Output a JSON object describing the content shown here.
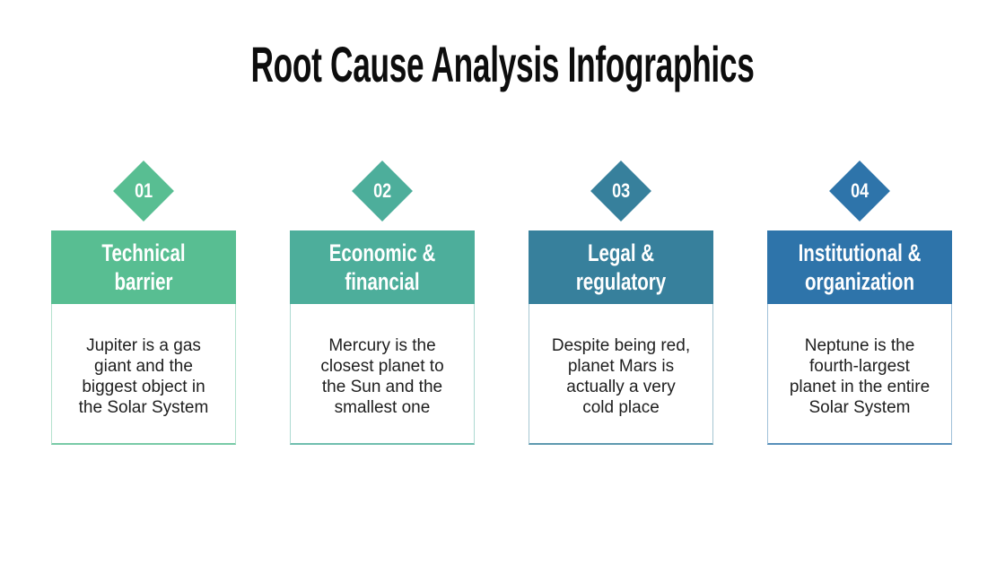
{
  "title": "Root Cause Analysis Infographics",
  "colors": {
    "background": "#ffffff",
    "title_text": "#0d0d0d",
    "header_text": "#ffffff",
    "body_text": "#1e1e1e"
  },
  "cards": [
    {
      "number": "01",
      "accent": "#58BE92",
      "heading": [
        "Technical",
        "barrier"
      ],
      "body": [
        "Jupiter is a gas",
        "giant and the",
        "biggest object in",
        "the Solar System"
      ]
    },
    {
      "number": "02",
      "accent": "#4DAE9B",
      "heading": [
        "Economic &",
        "financial"
      ],
      "body": [
        "Mercury is the",
        "closest planet to",
        "the Sun and the",
        "smallest one"
      ]
    },
    {
      "number": "03",
      "accent": "#37809C",
      "heading": [
        "Legal &",
        "regulatory"
      ],
      "body": [
        "Despite being red,",
        "planet Mars is",
        "actually a very",
        "cold place"
      ]
    },
    {
      "number": "04",
      "accent": "#2E74AA",
      "heading": [
        "Institutional &",
        "organization"
      ],
      "body": [
        "Neptune is the",
        "fourth-largest",
        "planet in the entire",
        "Solar System"
      ]
    }
  ]
}
